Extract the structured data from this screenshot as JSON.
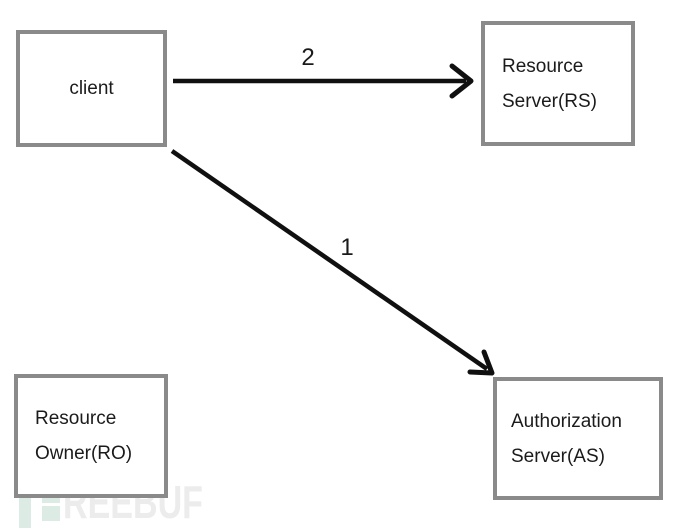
{
  "diagram": {
    "nodes": {
      "client": {
        "label": "client"
      },
      "resource_server": {
        "line1": "Resource",
        "line2": "Server(RS)"
      },
      "resource_owner": {
        "line1": "Resource",
        "line2": "Owner(RO)"
      },
      "authorization_server": {
        "line1": "Authorization",
        "line2": "Server(AS)"
      }
    },
    "arrows": [
      {
        "label": "1",
        "from": "client",
        "to": "authorization_server"
      },
      {
        "label": "2",
        "from": "client",
        "to": "resource_server"
      }
    ],
    "colors": {
      "box_border": "#8a8a8a",
      "box_text": "#1b1b1b",
      "arrow": "#101010",
      "background": "#ffffff"
    }
  },
  "watermark": {
    "text": "REEBUF",
    "icon": "freebuf-logo-icon",
    "colors": {
      "icon_green": "#dcebe3",
      "text_gray": "#ececec"
    }
  }
}
